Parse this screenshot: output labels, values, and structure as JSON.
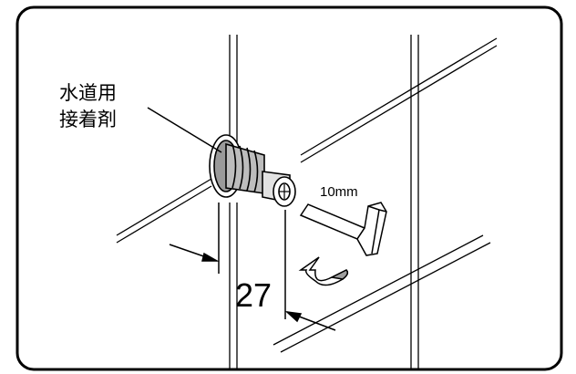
{
  "diagram": {
    "label_adhesive_line1": "水道用",
    "label_adhesive_line2": "接着剤",
    "label_wrench_size": "10mm",
    "label_dimension": "27"
  },
  "icons": [
    "hex-wrench-icon",
    "rotation-arrow-icon",
    "pipe-fitting-icon"
  ]
}
